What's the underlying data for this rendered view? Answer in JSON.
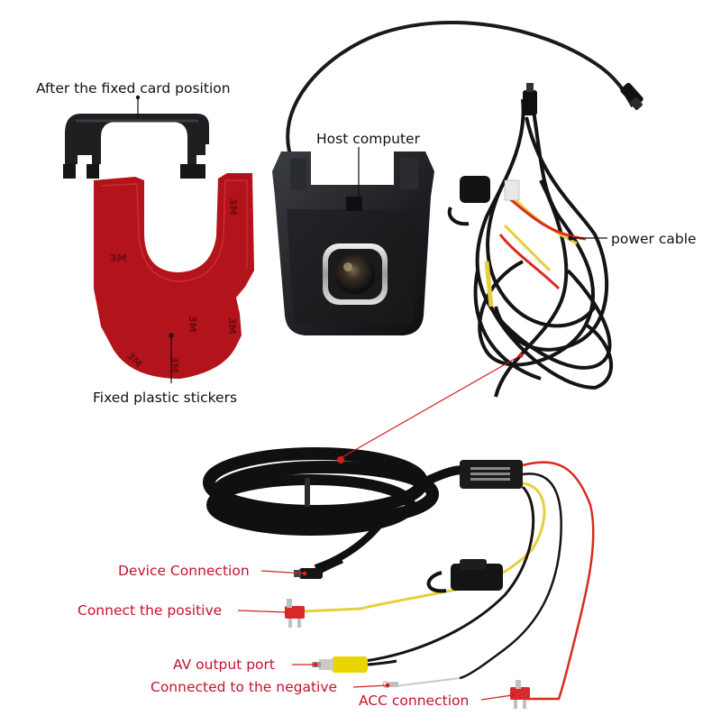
{
  "labels": {
    "fixed_card": "After the fixed card position",
    "host_computer": "Host computer",
    "power_cable": "power cable",
    "stickers": "Fixed plastic stickers",
    "device_connection": "Device Connection",
    "connect_positive": "Connect the positive",
    "av_output": "AV output port",
    "connected_negative": "Connected to the negative",
    "acc_connection": "ACC connection"
  },
  "sticker_brand": "3M",
  "colors": {
    "label_dark": "#111111",
    "label_red": "#c8102e",
    "leader_red": "#d32020",
    "sticker_red": "#b3131b",
    "cable_black": "#151515",
    "wire_yellow": "#e6cf3c",
    "wire_red": "#d92b1e",
    "rca_yellow": "#e8d400",
    "fuse_red": "#d82a2a"
  },
  "icons": [
    "camera-lens-icon",
    "fuse-icon",
    "rca-plug-icon"
  ]
}
